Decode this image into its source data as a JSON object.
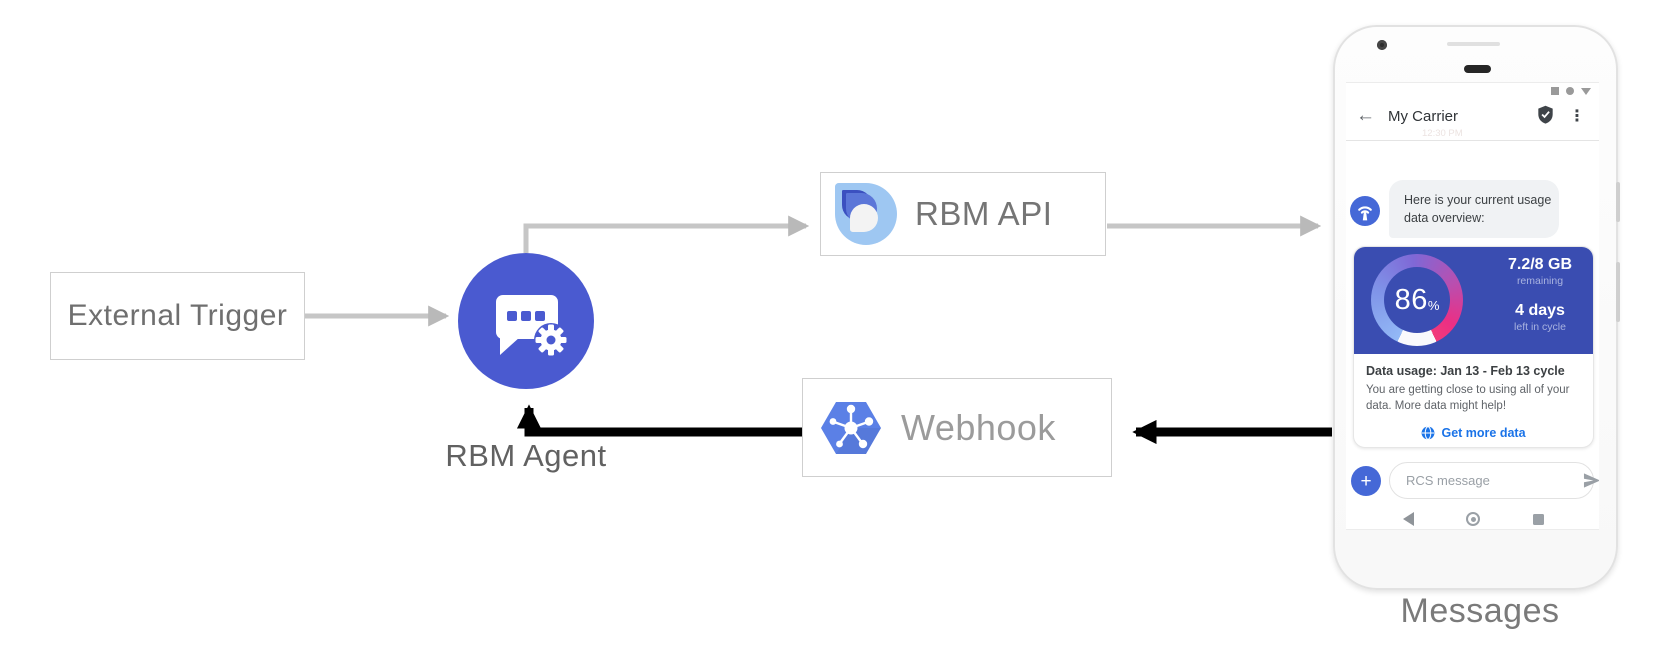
{
  "nodes": {
    "external_trigger": "External Trigger",
    "rbm_agent": "RBM Agent",
    "rbm_api": "RBM API",
    "webhook": "Webhook"
  },
  "phone": {
    "caption": "Messages",
    "app_bar": {
      "title": "My Carrier",
      "timestamp": "12:30 PM"
    },
    "bubble": {
      "line1": "Here is your current usage",
      "line2": "data overview:"
    },
    "usage_card": {
      "percent": "86",
      "percent_unit": "%",
      "remaining_value": "7.2/8 GB",
      "remaining_label": "remaining",
      "cycle_value": "4 days",
      "cycle_label": "left in cycle",
      "title": "Data usage: Jan 13 - Feb 13 cycle",
      "body_line1": "You are getting close to using all of your data.",
      "body_line2": "More data might help!",
      "action_label": "Get more data"
    },
    "compose": {
      "placeholder": "RCS message"
    }
  },
  "icons": {
    "back_arrow": "←",
    "menu": "⋮",
    "plus": "+"
  },
  "colors": {
    "agent_blue": "#4a5ad0",
    "card_blue": "#3a4db1",
    "hexagon_blue": "#5b80e6",
    "avatar_blue": "#4568d7",
    "link_blue": "#1a73e8",
    "arrow_gray": "#bfbfbf",
    "arrow_black": "#000000",
    "gauge_gradient": [
      "#93b9f6",
      "#7f93e8",
      "#7f68d6",
      "#b84fb0",
      "#ec2f84"
    ]
  }
}
